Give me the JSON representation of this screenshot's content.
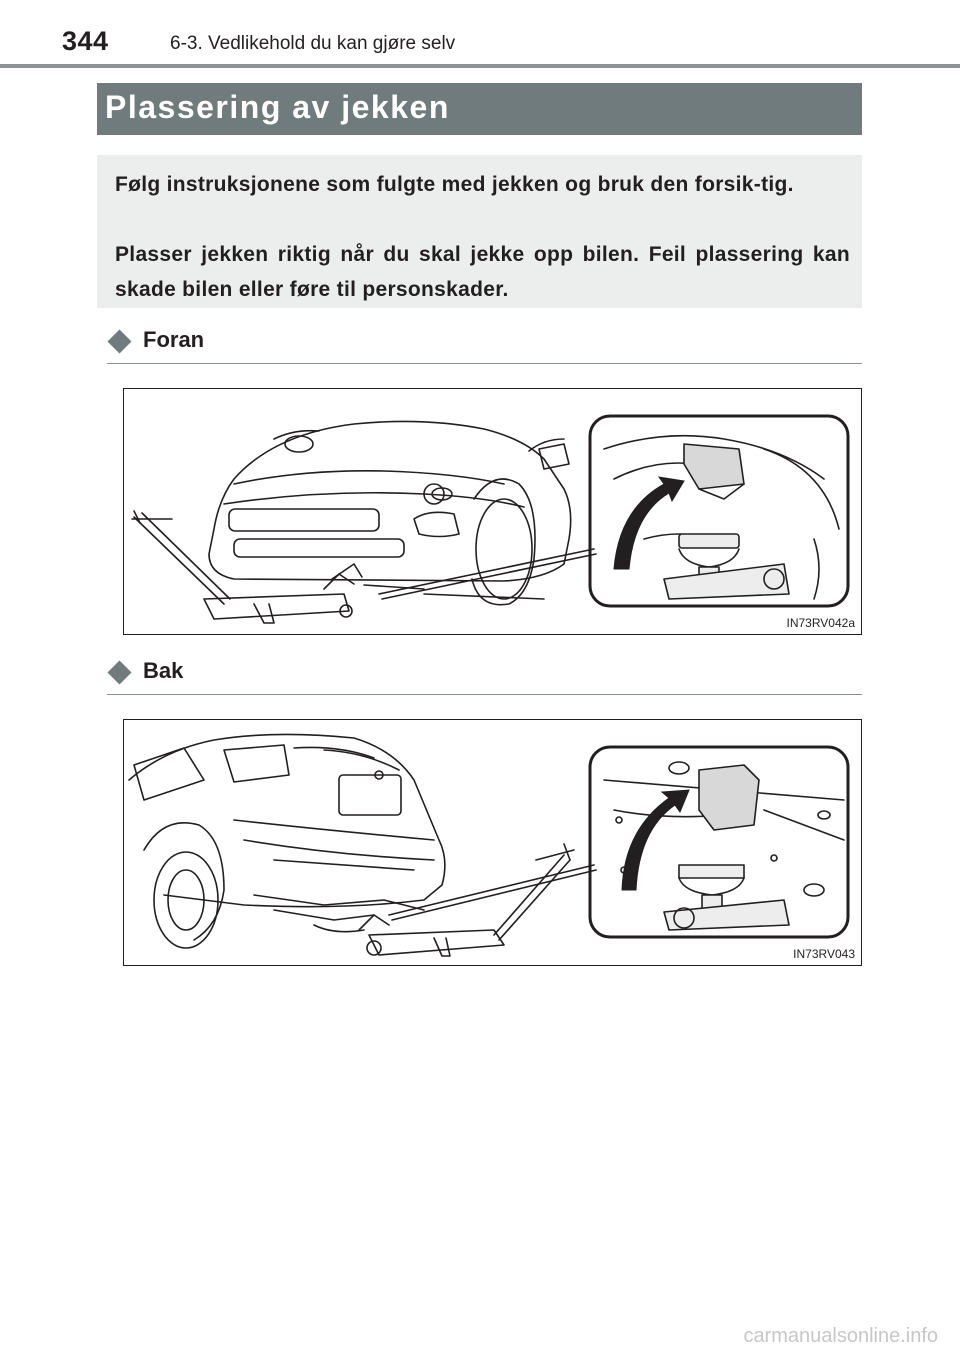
{
  "header": {
    "page_number": "344",
    "chapter": "6-3. Vedlikehold du kan gjøre selv"
  },
  "title": "Plassering av jekken",
  "intro": {
    "p1": "Følg instruksjonene som fulgte med jekken og bruk den forsik-tig.",
    "p2": "Plasser jekken riktig når du skal jekke opp bilen. Feil plassering kan skade bilen eller føre til personskader."
  },
  "sections": [
    {
      "label": "Foran",
      "figure_code": "IN73RV042a"
    },
    {
      "label": "Bak",
      "figure_code": "IN73RV043"
    }
  ],
  "footer": {
    "watermark": "carmanualsonline.info"
  },
  "colors": {
    "title_bar": "#6f7b7c",
    "intro_box": "#eceded",
    "rule": "#8a9294"
  }
}
